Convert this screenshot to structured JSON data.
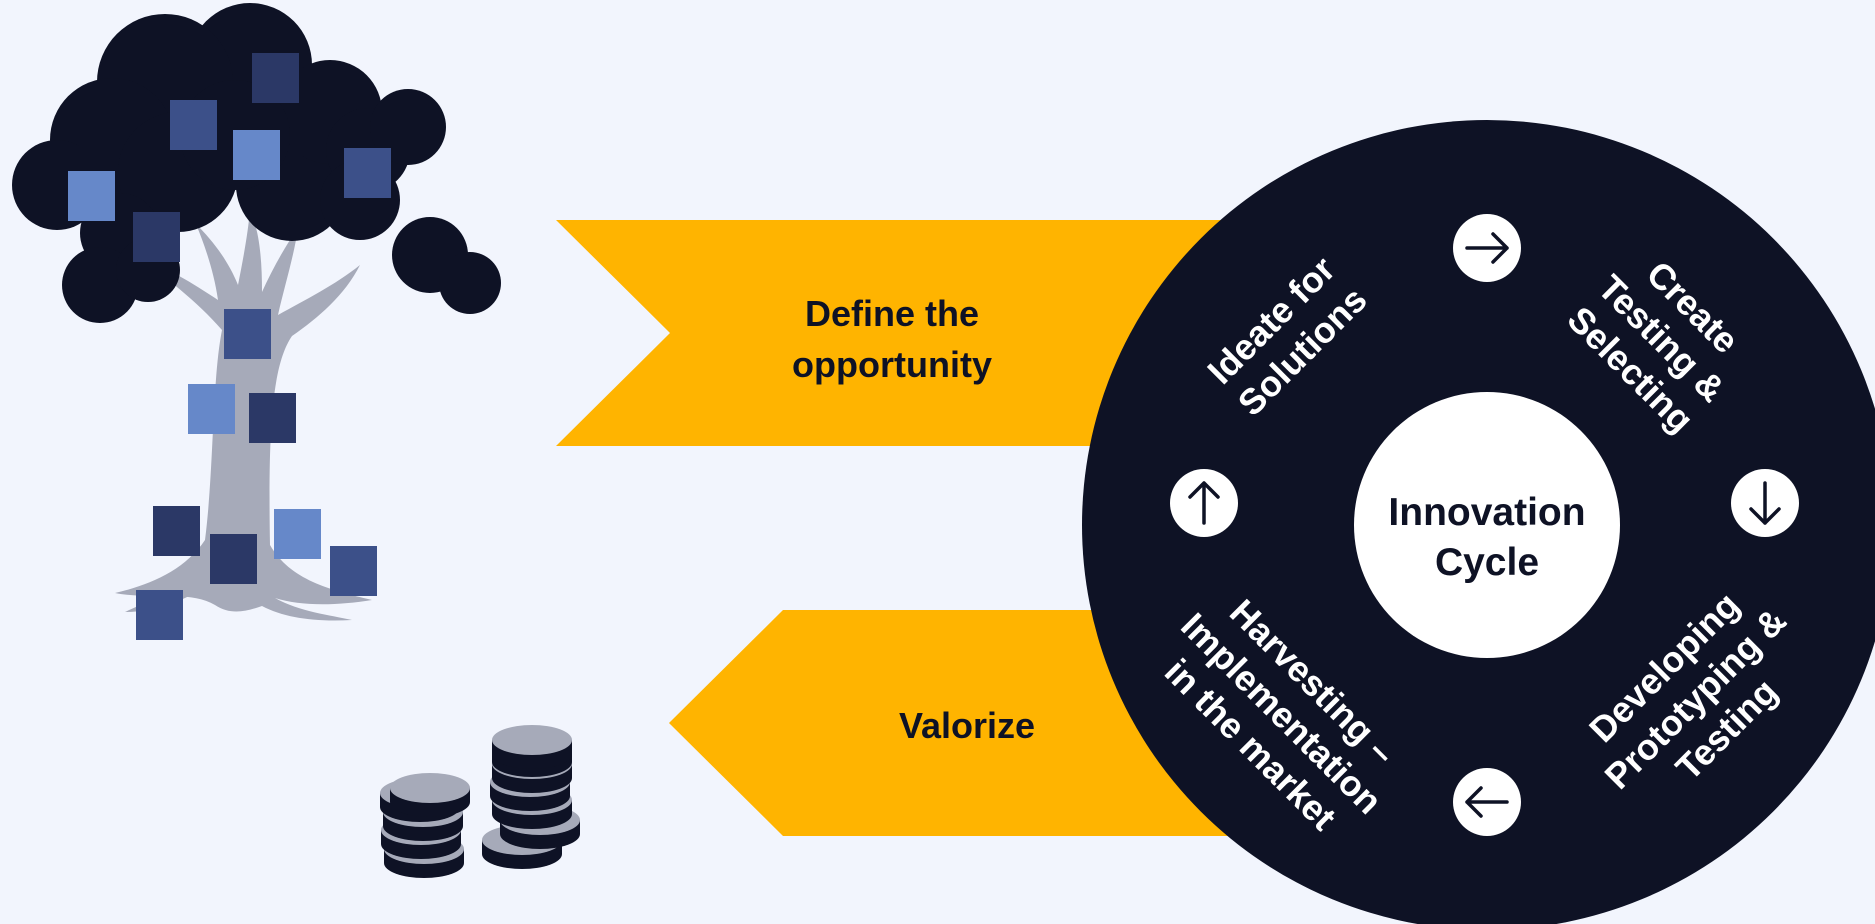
{
  "colors": {
    "background": "#f2f5fd",
    "dark": "#0e1225",
    "accent": "#ffb400",
    "trunk": "#a6aab9",
    "square_dark": "#2b3866",
    "square_mid": "#3c5089",
    "square_light": "#6688c9",
    "coin_top": "#a6aab9",
    "coin_side": "#0e1225"
  },
  "banners": {
    "define": {
      "line1": "Define the",
      "line2": "opportunity"
    },
    "valorize": {
      "label": "Valorize"
    }
  },
  "cycle": {
    "center": {
      "line1": "Innovation",
      "line2": "Cycle"
    },
    "steps": [
      {
        "id": "ideate",
        "lines": [
          "Ideate for",
          "Solutions"
        ]
      },
      {
        "id": "create",
        "lines": [
          "Create",
          "Testing &",
          "Selecting"
        ]
      },
      {
        "id": "developing",
        "lines": [
          "Developing",
          "Prototyping &",
          "Testing"
        ]
      },
      {
        "id": "harvesting",
        "lines": [
          "Harvesting –",
          "Implementation",
          "in the market"
        ]
      }
    ],
    "arrows": [
      {
        "id": "top",
        "direction": "right",
        "icon": "arrow-right-icon"
      },
      {
        "id": "right",
        "direction": "down",
        "icon": "arrow-down-icon"
      },
      {
        "id": "bottom",
        "direction": "left",
        "icon": "arrow-left-icon"
      },
      {
        "id": "left",
        "direction": "up",
        "icon": "arrow-up-icon"
      }
    ]
  },
  "illustrations": {
    "tree": "tree-icon",
    "coins": "coin-stack-icon"
  }
}
